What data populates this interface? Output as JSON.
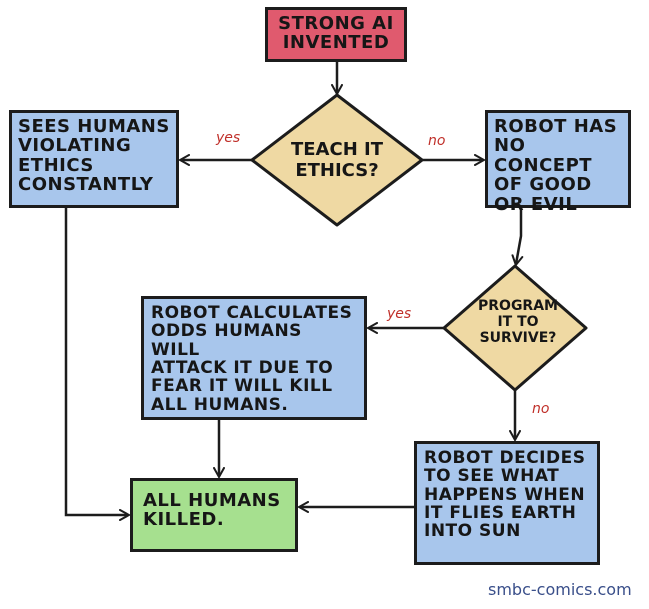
{
  "colors": {
    "start_fill": "#e05a6e",
    "process_fill": "#a8c6ec",
    "decision_fill": "#efd9a3",
    "end_fill": "#a6e08f",
    "ink": "#1c1c1c",
    "label": "#c0302a",
    "credit": "#3a4f8a"
  },
  "nodes": {
    "start": {
      "text": "STRONG AI\nINVENTED"
    },
    "decision_ethics": {
      "text": "TEACH IT\nETHICS?"
    },
    "sees_humans": {
      "text": "SEES HUMANS\nVIOLATING\nETHICS\nCONSTANTLY"
    },
    "no_concept": {
      "text": "ROBOT HAS\nNO CONCEPT\nOF GOOD\nOR EVIL"
    },
    "decision_survive": {
      "text": "PROGRAM\nIT TO\nSURVIVE?"
    },
    "calculates": {
      "text": "ROBOT CALCULATES\nODDS HUMANS WILL\nATTACK IT DUE TO\nFEAR IT WILL KILL\nALL HUMANS."
    },
    "flies_earth": {
      "text": "ROBOT DECIDES\nTO SEE WHAT\nHAPPENS WHEN\nIT FLIES EARTH\nINTO SUN"
    },
    "all_killed": {
      "text": "ALL HUMANS\nKILLED."
    }
  },
  "edge_labels": {
    "ethics_yes": "yes",
    "ethics_no": "no",
    "survive_yes": "yes",
    "survive_no": "no"
  },
  "credit": "smbc-comics.com"
}
